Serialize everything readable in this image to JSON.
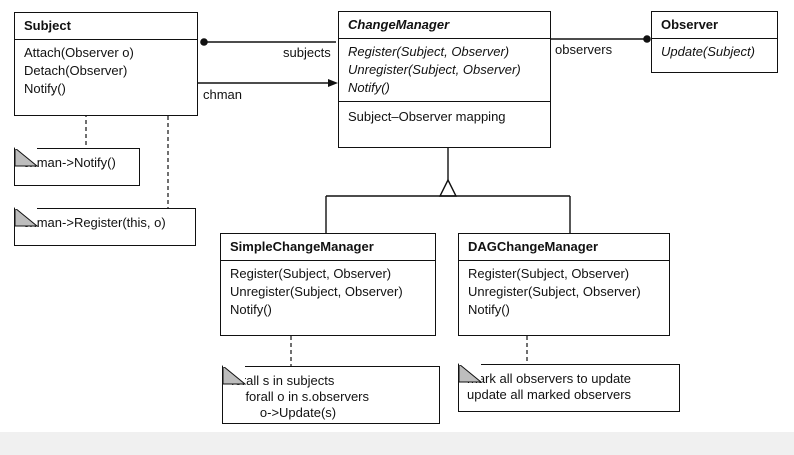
{
  "classes": {
    "subject": {
      "name": "Subject",
      "operations": [
        "Attach(Observer o)",
        "Detach(Observer)",
        "Notify()"
      ]
    },
    "change_manager": {
      "name": "ChangeManager",
      "operations": [
        "Register(Subject, Observer)",
        "Unregister(Subject, Observer)",
        "Notify()"
      ],
      "attributes": [
        "Subject–Observer mapping"
      ]
    },
    "observer": {
      "name": "Observer",
      "operations": [
        "Update(Subject)"
      ]
    },
    "simple_change_manager": {
      "name": "SimpleChangeManager",
      "operations": [
        "Register(Subject, Observer)",
        "Unregister(Subject, Observer)",
        "Notify()"
      ]
    },
    "dag_change_manager": {
      "name": "DAGChangeManager",
      "operations": [
        "Register(Subject, Observer)",
        "Unregister(Subject, Observer)",
        "Notify()"
      ]
    }
  },
  "associations": {
    "subjects": "subjects",
    "chman": "chman",
    "observers": "observers"
  },
  "notes": {
    "subject_notify": "chman->Notify()",
    "subject_attach": "chman->Register(this, o)",
    "simple_notify": "forall s in subjects\n    forall o in s.observers\n        o->Update(s)",
    "dag_notify": "mark all observers to update\nupdate all marked observers"
  }
}
